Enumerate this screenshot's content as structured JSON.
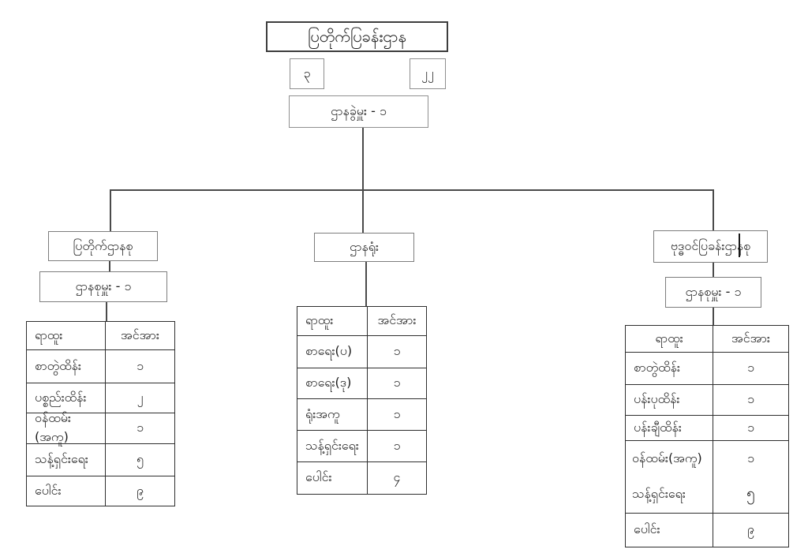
{
  "root": {
    "title": "ပြတိုက်ပြခန်းဌာန",
    "officer_count": "၃",
    "staff_count": "၂၂",
    "division_head": "ဌာနခွဲမှူး - ၁"
  },
  "branches": {
    "left": {
      "name": "ပြတိုက်ဌာနစု",
      "head": "ဌာနစုမှူး - ၁",
      "table": {
        "headers": [
          "ရာထူး",
          "အင်အား"
        ],
        "rows": [
          [
            "စာတွဲထိန်း",
            "၁"
          ],
          [
            "ပစ္စည်းထိန်း",
            "၂"
          ],
          [
            "ဝန်ထမ်း (အကူ)",
            "၁"
          ],
          [
            "သန့်ရှင်းရေး",
            "၅"
          ]
        ],
        "total_label": "ပေါင်း",
        "total_value": "၉"
      }
    },
    "middle": {
      "name": "ဌာနရုံး",
      "table": {
        "headers": [
          "ရာထူး",
          "အင်အား"
        ],
        "rows": [
          [
            "စာရေး(ပ)",
            "၁"
          ],
          [
            "စာရေး(ဒု)",
            "၁"
          ],
          [
            "ရုံးအကူ",
            "၁"
          ],
          [
            "သန့်ရှင်းရေး",
            "၁"
          ]
        ],
        "total_label": "ပေါင်း",
        "total_value": "၄"
      }
    },
    "right": {
      "name": "ဗုဒ္ဓဝင်ပြခန်းဌာနစု",
      "head": "ဌာနစုမှူး - ၁",
      "table": {
        "headers": [
          "ရာထူး",
          "အင်အား"
        ],
        "rows": [
          [
            "စာတွဲထိန်း",
            "၁"
          ],
          [
            "ပန်းပုထိန်း",
            "၁"
          ],
          [
            "ပန်းချီထိန်း",
            "၁"
          ]
        ],
        "merged_rows": [
          [
            "ဝန်ထမ်း(အကူ)",
            "၁"
          ],
          [
            "သန့်ရှင်းရေး",
            "၅"
          ]
        ],
        "total_label": "ပေါင်း",
        "total_value": "၉"
      }
    }
  }
}
